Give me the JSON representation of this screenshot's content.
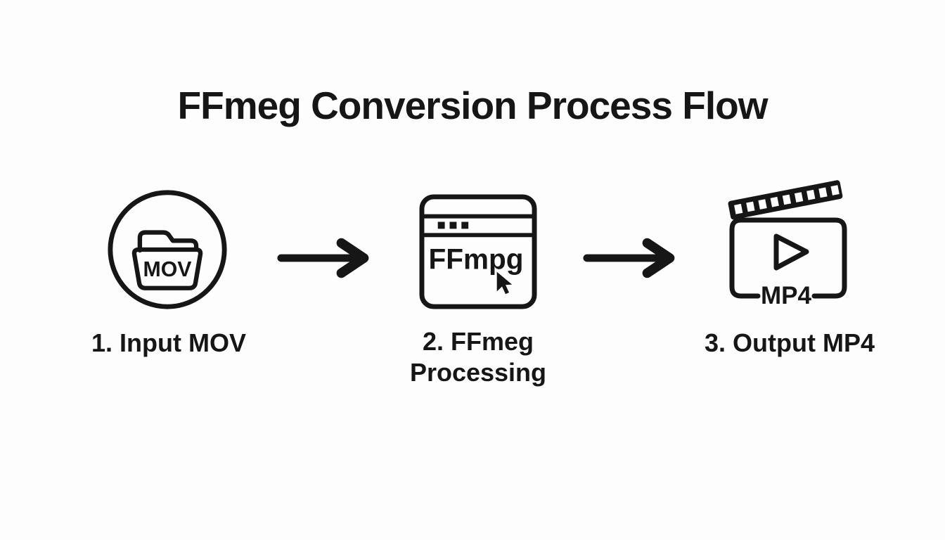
{
  "title": "FFmeg Conversion Process Flow",
  "colors": {
    "background": "#fdfdfd",
    "ink": "#161616"
  },
  "steps": [
    {
      "label": "1. Input MOV",
      "icon": "folder-circle-icon",
      "icon_text": "MOV"
    },
    {
      "label": "2. FFmeg Processing",
      "icon": "app-window-icon",
      "icon_text": "FFmpg"
    },
    {
      "label": "3. Output MP4",
      "icon": "clapperboard-icon",
      "icon_text": "MP4"
    }
  ]
}
